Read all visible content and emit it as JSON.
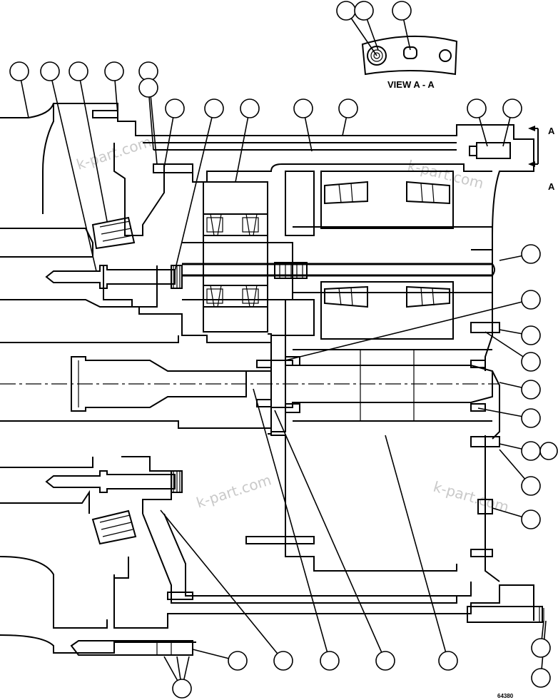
{
  "view_title": "VIEW A - A",
  "section_marks": [
    "A",
    "A"
  ],
  "drawing_number": "64380",
  "watermarks": [
    "k-part.com",
    "k-part.com",
    "k-part.com",
    "k-part.com"
  ]
}
